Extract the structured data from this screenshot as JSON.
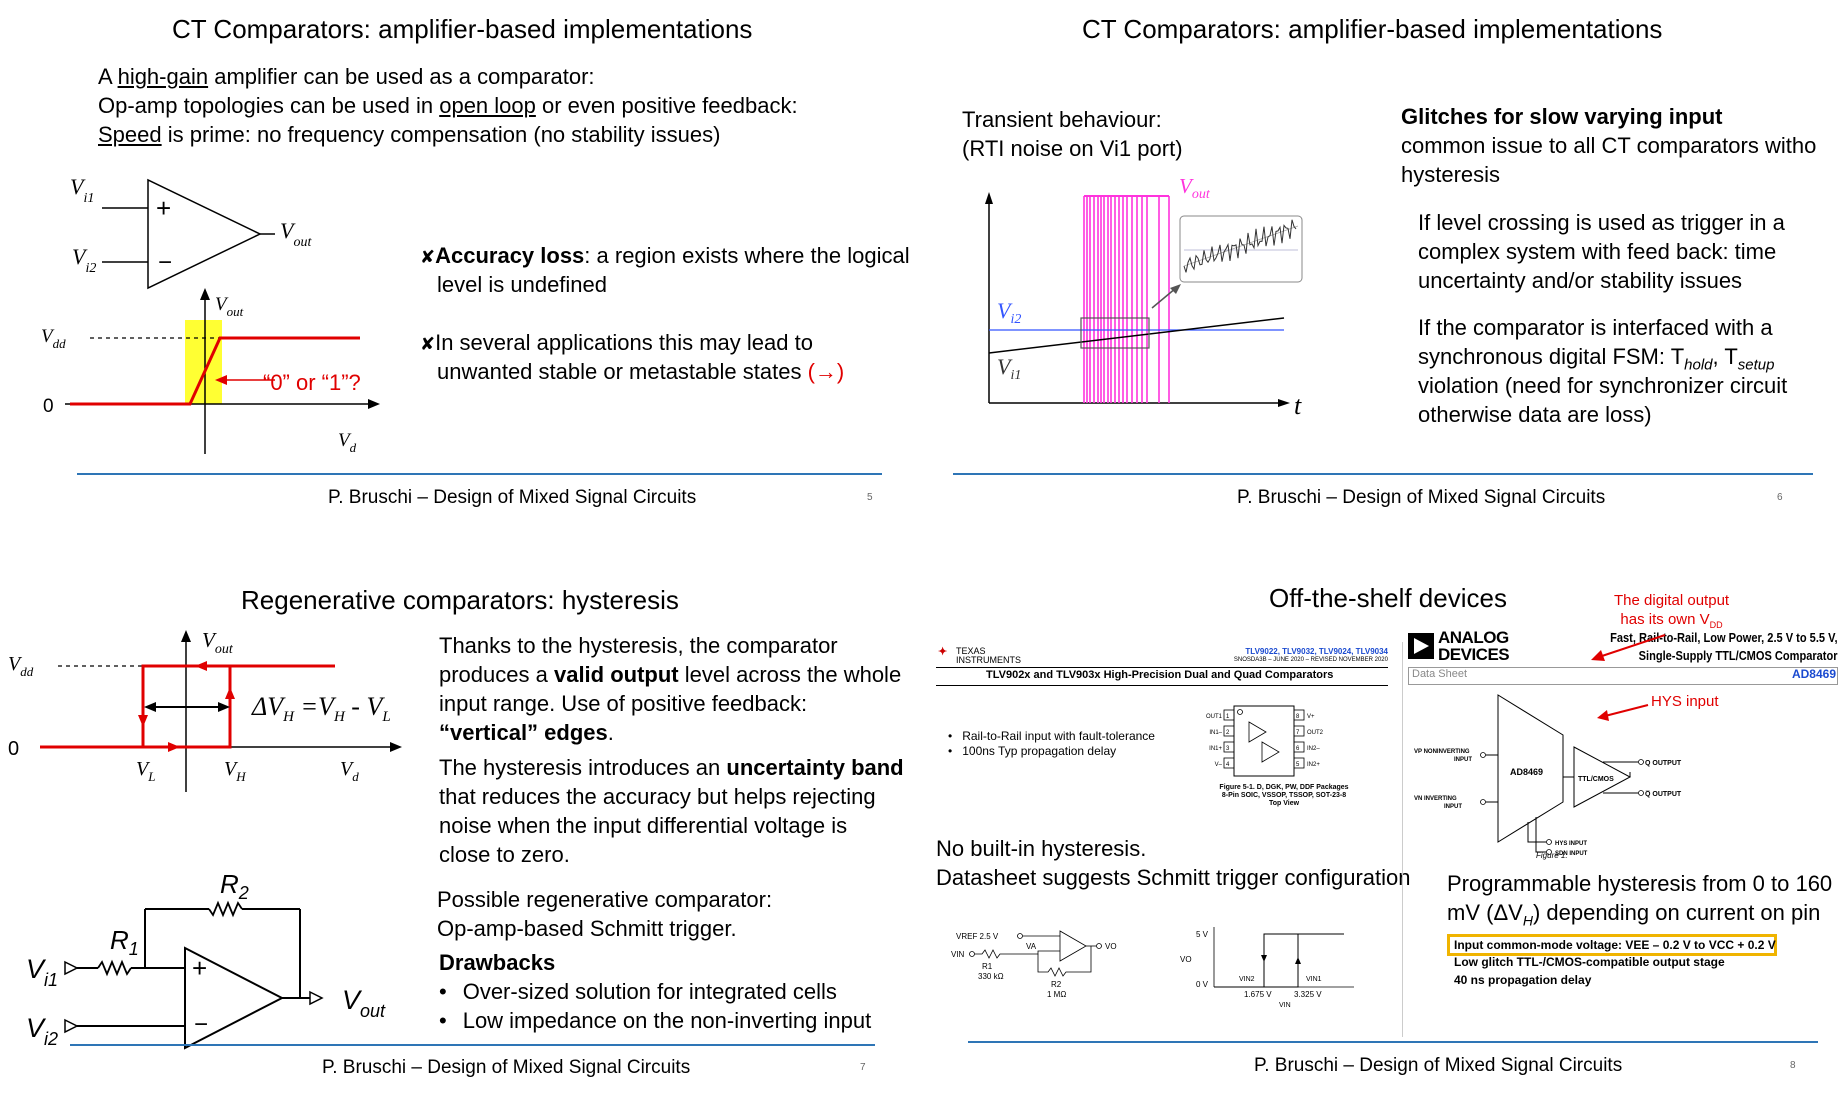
{
  "footer_text": "P. Bruschi – Design of Mixed Signal Circuits",
  "s1": {
    "page": "5",
    "title": "CT Comparators: amplifier-based implementations",
    "l1_a": "A ",
    "l1_u": "high-gain",
    "l1_b": " amplifier can be used as a comparator:",
    "l2_a": "Op-amp topologies can be used in ",
    "l2_u": "open loop",
    "l2_b": " or even positive feedback:",
    "l3_u": "Speed",
    "l3_b": " is prime: no frequency compensation (no stability issues)",
    "b1_bold": "Accuracy loss",
    "b1_rest": ": a region exists where the logical",
    "b1_l2": "level is undefined",
    "b2_l1": "In several applications this may lead to",
    "b2_l2": "unwanted stable or metastable states ",
    "b2_arrow": "(→)",
    "d_vi": "V",
    "d_i1": "i1",
    "d_i2": "i2",
    "d_out": "out",
    "d_vdd": "dd",
    "d_zero": "0",
    "d_d": "d",
    "d_plus": "+",
    "d_minus": "−",
    "d_question": "“0” or “1”?"
  },
  "s2": {
    "page": "6",
    "title": "CT Comparators: amplifier-based implementations",
    "t1": "Transient behaviour:",
    "t2": "(RTI noise on Vi1 port)",
    "g_title": "Glitches for slow varying input",
    "g_l2": "common issue to all CT comparators witho",
    "g_l3": "hysteresis",
    "p1_l1": "If level crossing is used as trigger in a",
    "p1_l2": "complex system with feed back: time",
    "p1_l3": "uncertainty and/or stability issues",
    "p2_l1": "If the comparator is interfaced with a",
    "p2_l2a": "synchronous digital FSM: T",
    "p2_hold": "hold",
    "p2_comma": ", T",
    "p2_setup": "setup",
    "p2_l3": "violation (need for synchronizer circuit",
    "p2_l4": "otherwise data are loss)",
    "plot_vout": "V",
    "plot_out": "out",
    "plot_vi2": "V",
    "plot_i2": "i2",
    "plot_vi1": "V",
    "plot_i1": "i1",
    "plot_t": "t"
  },
  "s3": {
    "page": "7",
    "title": "Regenerative comparators: hysteresis",
    "p1_l1": "Thanks to the hysteresis, the comparator",
    "p1_l2a": "produces a ",
    "p1_l2b": "valid output",
    "p1_l2c": " level across the whole",
    "p1_l3": "input range. Use of positive feedback:",
    "p1_l4b": "“vertical” edges",
    "p1_l4c": ".",
    "p2_l1a": "The hysteresis introduces an ",
    "p2_l1b": "uncertainty band",
    "p2_l2": "that reduces the accuracy but helps rejecting",
    "p2_l3": "noise when the input differential voltage is",
    "p2_l4": "close to zero.",
    "p3_l1": "Possible regenerative comparator:",
    "p3_l2": "Op-amp-based Schmitt trigger.",
    "drawbacks": "Drawbacks",
    "bullet": "•",
    "db1": "Over-sized solution for integrated cells",
    "db2": "Low impedance on the non-inverting input",
    "h_vout": "V",
    "h_out": "out",
    "h_vdd": "V",
    "h_dd": "dd",
    "h_zero": "0",
    "h_vl": "V",
    "h_L": "L",
    "h_vh": "V",
    "h_H": "H",
    "h_vd": "V",
    "h_d": "d",
    "h_delta": "ΔV",
    "h_deltaH": "H",
    "h_eq": " =V",
    "h_eqH": "H",
    "h_minus": " - V",
    "h_minusL": "L",
    "c_r2": "R",
    "c_2": "2",
    "c_r1": "R",
    "c_1": "1",
    "c_vi1": "V",
    "c_i1": "i1",
    "c_vi2": "V",
    "c_i2": "i2",
    "c_vout": "V",
    "c_out": "out",
    "c_plus": "+",
    "c_minus": "−"
  },
  "s4": {
    "page": "8",
    "title": "Off-the-shelf devices",
    "ti_logo": "TEXAS",
    "ti_logo2": "INSTRUMENTS",
    "ti_parts": "TLV9022, TLV9032, TLV9024, TLV9034",
    "ti_doc": "SNOSDA3B – JUNE 2020 – REVISED NOVEMBER 2020",
    "ti_heading": "TLV902x and TLV903x High-Precision Dual and Quad Comparators",
    "ti_b1": "Rail-to-Rail input with fault-tolerance",
    "ti_b2": "100ns Typ propagation delay",
    "ti_fig1": "Figure 5-1. D, DGK, PW, DDF Packages",
    "ti_fig2": "8-Pin SOIC, VSSOP, TSSOP, SOT-23-8",
    "ti_fig3": "Top View",
    "pins_left": [
      "OUT1",
      "IN1–",
      "IN1+",
      "V–"
    ],
    "pins_right": [
      "V+",
      "OUT2",
      "IN2–",
      "IN2+"
    ],
    "pins_ln": [
      "1",
      "2",
      "3",
      "4"
    ],
    "pins_rn": [
      "8",
      "7",
      "6",
      "5"
    ],
    "nb1": "No built-in hysteresis.",
    "nb2": "Datasheet suggests Schmitt trigger configuration",
    "sch_vref": "VREF 2.5 V",
    "sch_vin": "VIN",
    "sch_va": "VA",
    "sch_vo": "VO",
    "sch_r1": "R1",
    "sch_r1v": "330 kΩ",
    "sch_r2": "R2",
    "sch_r2v": "1 MΩ",
    "tr_5v": "5 V",
    "tr_0v": "0 V",
    "tr_vo": "VO",
    "tr_vin2": "VIN2",
    "tr_vin1": "VIN1",
    "tr_v1": "1.675 V",
    "tr_v2": "3.325 V",
    "tr_vin": "VIN",
    "ad_logo1": "ANALOG",
    "ad_logo2": "DEVICES",
    "ad_desc1": "Fast, Rail-to-Rail, Low Power, 2.5 V to 5.5 V,",
    "ad_desc2": "Single-Supply TTL/CMOS Comparator",
    "ad_ds": "Data Sheet",
    "ad_part": "AD8469",
    "ad_chip": "AD8469",
    "ad_ttl": "TTL/CMOS",
    "ad_vp": "VP NONINVERTING",
    "ad_vp2": "INPUT",
    "ad_vn": "VN INVERTING",
    "ad_vn2": "INPUT",
    "ad_q": "Q OUTPUT",
    "ad_qb": "Q̅ OUTPUT",
    "ad_hys": "HYS INPUT",
    "ad_sdn": "SDN INPUT",
    "ad_fig": "Figure 1.",
    "ann1_l1": "The digital output",
    "ann1_l2": "has its own V",
    "ann1_dd": "DD",
    "ann2": "HYS input",
    "prog_l1": "Programmable hysteresis from 0 to 160",
    "prog_l2a": "mV  (ΔV",
    "prog_l2h": "H",
    "prog_l2b": ") depending on current on pin",
    "feat1": "Input common-mode voltage: VEE – 0.2 V to VCC + 0.2 V",
    "feat2": "Low glitch TTL-/CMOS-compatible output stage",
    "feat3": "40 ns propagation delay"
  }
}
